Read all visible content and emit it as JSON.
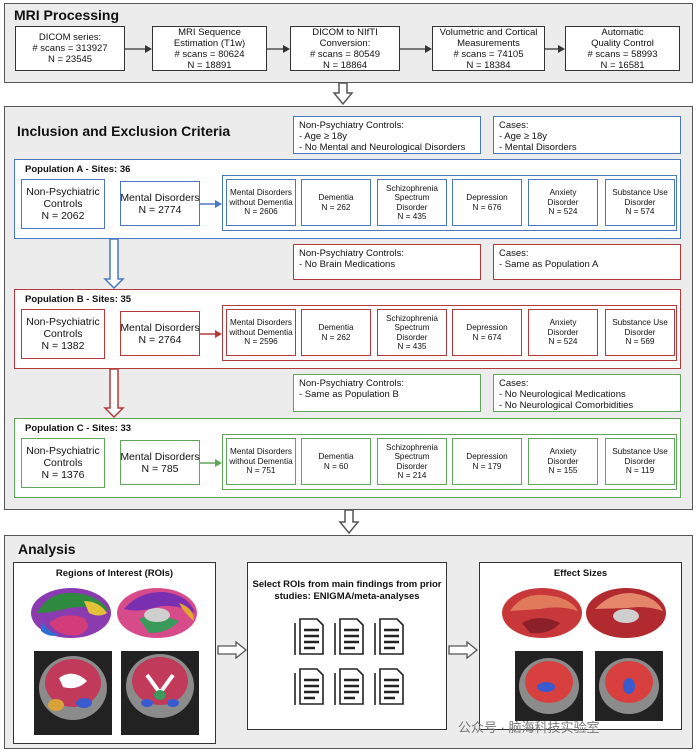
{
  "mri": {
    "title": "MRI Processing",
    "steps": [
      {
        "lines": [
          "DICOM series:",
          "# scans = 313927",
          "N = 23545"
        ]
      },
      {
        "lines": [
          "MRI Sequence",
          "Estimation (T1w)",
          "# scans = 80624",
          "N = 18891"
        ]
      },
      {
        "lines": [
          "DICOM to NIfTI",
          "Conversion:",
          "# scans = 80549",
          "N = 18864"
        ]
      },
      {
        "lines": [
          "Volumetric and Cortical",
          "Measurements",
          "# scans = 74105",
          "N = 18384"
        ]
      },
      {
        "lines": [
          "Automatic",
          "Quality Control",
          "# scans = 58993",
          "N = 16581"
        ]
      }
    ]
  },
  "criteria": {
    "title": "Inclusion and Exclusion Criteria",
    "top_controls": [
      "Non-Psychiatry Controls:",
      "- Age ≥ 18y",
      "- No Mental and Neurological Disorders"
    ],
    "top_cases": [
      "Cases:",
      "- Age ≥ 18y",
      "- Mental Disorders"
    ],
    "mid1_controls": [
      "Non-Psychiatry Controls:",
      "- No Brain Medications"
    ],
    "mid1_cases": [
      "Cases:",
      "- Same as Population A"
    ],
    "mid2_controls": [
      "Non-Psychiatry Controls:",
      "- Same as Population B"
    ],
    "mid2_cases": [
      "Cases:",
      "- No Neurological Medications",
      "- No Neurological Comorbidities"
    ],
    "populations": [
      {
        "title": "Population A - Sites: 36",
        "controls": [
          "Non-Psychiatric",
          "Controls",
          "N = 2062"
        ],
        "mental": [
          "Mental Disorders",
          "N = 2774"
        ],
        "disorders": [
          {
            "lines": [
              "Mental Disorders",
              "without Dementia",
              "N = 2606"
            ]
          },
          {
            "lines": [
              "Dementia",
              "N = 262"
            ]
          },
          {
            "lines": [
              "Schizophrenia",
              "Spectrum",
              "Disorder",
              "N = 435"
            ]
          },
          {
            "lines": [
              "Depression",
              "N = 676"
            ]
          },
          {
            "lines": [
              "Anxiety",
              "Disorder",
              "N = 524"
            ]
          },
          {
            "lines": [
              "Substance Use",
              "Disorder",
              "N = 574"
            ]
          }
        ]
      },
      {
        "title": "Population B - Sites: 35",
        "controls": [
          "Non-Psychiatric",
          "Controls",
          "N = 1382"
        ],
        "mental": [
          "Mental Disorders",
          "N = 2764"
        ],
        "disorders": [
          {
            "lines": [
              "Mental Disorders",
              "without Dementia",
              "N = 2596"
            ]
          },
          {
            "lines": [
              "Dementia",
              "N = 262"
            ]
          },
          {
            "lines": [
              "Schizophrenia",
              "Spectrum",
              "Disorder",
              "N = 435"
            ]
          },
          {
            "lines": [
              "Depression",
              "N = 674"
            ]
          },
          {
            "lines": [
              "Anxiety",
              "Disorder",
              "N = 524"
            ]
          },
          {
            "lines": [
              "Substance Use",
              "Disorder",
              "N = 569"
            ]
          }
        ]
      },
      {
        "title": "Population C - Sites: 33",
        "controls": [
          "Non-Psychiatric",
          "Controls",
          "N = 1376"
        ],
        "mental": [
          "Mental Disorders",
          "N = 785"
        ],
        "disorders": [
          {
            "lines": [
              "Mental Disorders",
              "without Dementia",
              "N = 751"
            ]
          },
          {
            "lines": [
              "Dementia",
              "N = 60"
            ]
          },
          {
            "lines": [
              "Schizophrenia",
              "Spectrum",
              "Disorder",
              "N = 214"
            ]
          },
          {
            "lines": [
              "Depression",
              "N = 179"
            ]
          },
          {
            "lines": [
              "Anxiety",
              "Disorder",
              "N = 155"
            ]
          },
          {
            "lines": [
              "Substance Use",
              "Disorder",
              "N = 119"
            ]
          }
        ]
      }
    ]
  },
  "analysis": {
    "title": "Analysis",
    "roi_title": "Regions of Interest (ROIs)",
    "select_lines": [
      "Select ROIs from main findings from prior",
      "studies: ENIGMA/meta-analyses"
    ],
    "effect_title": "Effect Sizes"
  },
  "watermark": "公众号 · 脑海科技实验室",
  "colors": {
    "popA": "#4a78c0",
    "popB": "#b33a3a",
    "popC": "#5fa55a"
  }
}
